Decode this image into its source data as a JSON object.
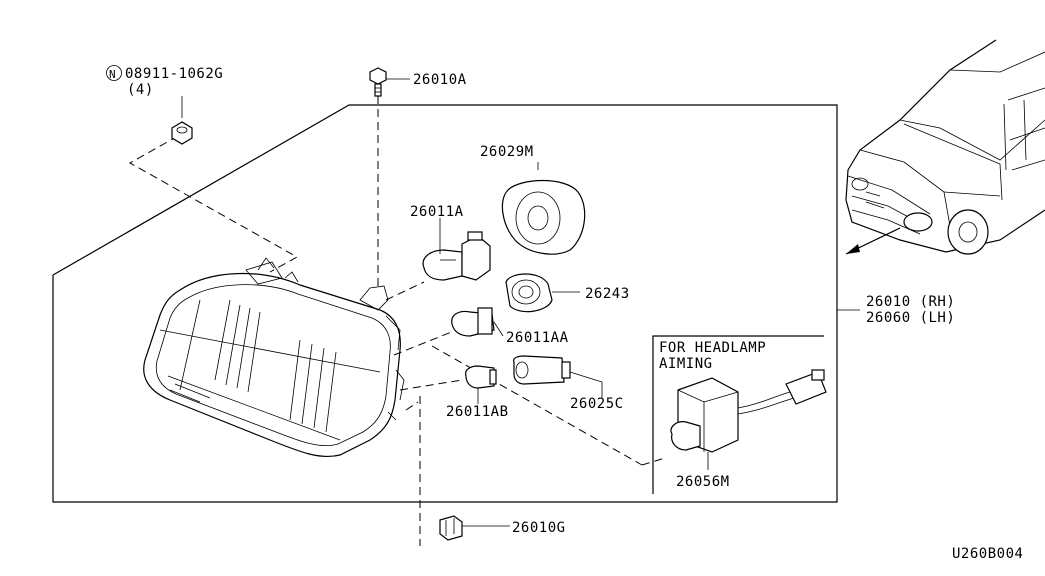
{
  "parts": {
    "nut": "08911-1062G",
    "nut_qty": "(4)",
    "nut_marker": "N",
    "bolt": "26010A",
    "bulb_cap": "26029M",
    "bulb_main": "26011A",
    "socket": "26243",
    "bulb_park": "26011AA",
    "bulb_side": "26011AB",
    "socket_side": "26025C",
    "headlamp_rh": "26010 (RH)",
    "headlamp_lh": "26060 (LH)",
    "aiming_title_1": "FOR HEADLAMP",
    "aiming_title_2": "AIMING",
    "aiming_motor": "26056M",
    "clip": "26010G"
  },
  "diagram_code": "U260B004"
}
